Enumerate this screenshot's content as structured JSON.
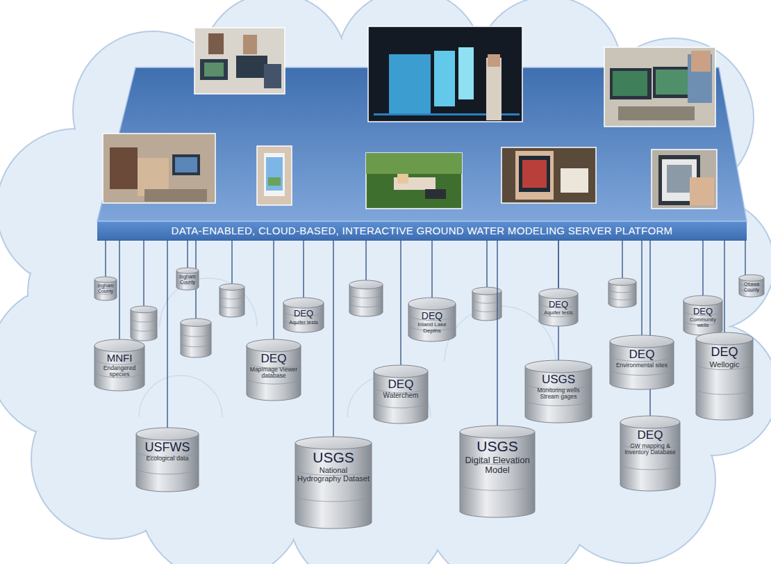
{
  "diagram": {
    "nodes": [
      {
        "text": [
          "DATA-ENABLED, CLOUD-BASED, INTERACTIVE GROUND WATER MODELING SERVER PLATFORM"
        ]
      },
      {
        "text": [
          "Ingham County"
        ]
      },
      {
        "text": [
          "Ingham County"
        ]
      },
      {
        "text": [
          "DEQ",
          "Aquifer tests"
        ]
      },
      {
        "text": [
          "DEQ",
          "Inland Lake Depths"
        ]
      },
      {
        "text": [
          "DEQ",
          "Aquifer tests"
        ]
      },
      {
        "text": [
          "DEQ",
          "Community wells"
        ]
      },
      {
        "text": [
          "Ottawa County"
        ]
      },
      {
        "text": [
          "MNFI",
          "Endangered species"
        ]
      },
      {
        "text": [
          "DEQ",
          "MapImage Viewer database"
        ]
      },
      {
        "text": [
          "DEQ",
          "Waterchem"
        ]
      },
      {
        "text": [
          "USGS",
          "Monitoring wells Stream gages"
        ]
      },
      {
        "text": [
          "DEQ",
          "Environmental sites"
        ]
      },
      {
        "text": [
          "DEQ",
          "Wellogic"
        ]
      },
      {
        "text": [
          "USFWS",
          "Ecological data"
        ]
      },
      {
        "text": [
          "USGS",
          "National Hydrography Dataset"
        ]
      },
      {
        "text": [
          "USGS",
          "Digital Elevation Model"
        ]
      },
      {
        "text": [
          "DEQ",
          "GW mapping & Inventory Database"
        ]
      }
    ],
    "edges": [
      {
        "from": 0,
        "to": 1,
        "arrow": "none"
      },
      {
        "from": 0,
        "to": 2,
        "arrow": "none"
      },
      {
        "from": 0,
        "to": 3,
        "arrow": "none"
      },
      {
        "from": 0,
        "to": 4,
        "arrow": "none"
      },
      {
        "from": 0,
        "to": 5,
        "arrow": "none"
      },
      {
        "from": 0,
        "to": 6,
        "arrow": "none"
      },
      {
        "from": 0,
        "to": 7,
        "arrow": "none"
      },
      {
        "from": 0,
        "to": 8,
        "arrow": "none"
      },
      {
        "from": 0,
        "to": 9,
        "arrow": "none"
      },
      {
        "from": 0,
        "to": 10,
        "arrow": "none"
      },
      {
        "from": 0,
        "to": 11,
        "arrow": "none"
      },
      {
        "from": 0,
        "to": 12,
        "arrow": "none"
      },
      {
        "from": 0,
        "to": 13,
        "arrow": "none"
      },
      {
        "from": 0,
        "to": 14,
        "arrow": "none"
      },
      {
        "from": 0,
        "to": 15,
        "arrow": "none"
      },
      {
        "from": 0,
        "to": 16,
        "arrow": "none"
      },
      {
        "from": 0,
        "to": 17,
        "arrow": "none"
      }
    ]
  }
}
